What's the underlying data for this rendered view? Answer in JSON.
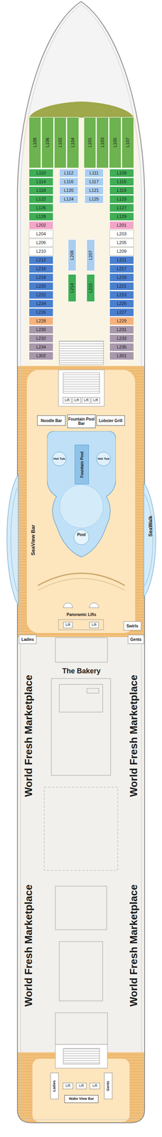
{
  "diagram": {
    "nodes": [
      {
        "text": [
          "L108"
        ]
      },
      {
        "text": [
          "L106"
        ]
      },
      {
        "text": [
          "L102"
        ]
      },
      {
        "text": [
          "L104"
        ]
      },
      {
        "text": [
          "L101"
        ]
      },
      {
        "text": [
          "L103"
        ]
      },
      {
        "text": [
          "L105"
        ]
      },
      {
        "text": [
          "L107"
        ]
      },
      {
        "text": [
          "L110"
        ]
      },
      {
        "text": [
          "L112"
        ]
      },
      {
        "text": [
          "L111"
        ]
      },
      {
        "text": [
          "L109"
        ]
      },
      {
        "text": [
          "L114"
        ]
      },
      {
        "text": [
          "L116"
        ]
      },
      {
        "text": [
          "L117"
        ]
      },
      {
        "text": [
          "L115"
        ]
      },
      {
        "text": [
          "L118"
        ]
      },
      {
        "text": [
          "L120"
        ]
      },
      {
        "text": [
          "L121"
        ]
      },
      {
        "text": [
          "L119"
        ]
      },
      {
        "text": [
          "L122"
        ]
      },
      {
        "text": [
          "L124"
        ]
      },
      {
        "text": [
          "L125"
        ]
      },
      {
        "text": [
          "L123"
        ]
      },
      {
        "text": [
          "L126"
        ]
      },
      {
        "text": [
          "L127"
        ]
      },
      {
        "text": [
          "L128"
        ]
      },
      {
        "text": [
          "L129"
        ]
      },
      {
        "text": [
          "L202"
        ]
      },
      {
        "text": [
          "L201"
        ]
      },
      {
        "text": [
          "L204"
        ]
      },
      {
        "text": [
          "L203"
        ]
      },
      {
        "text": [
          "L206"
        ]
      },
      {
        "text": [
          "L208"
        ]
      },
      {
        "text": [
          "L207"
        ]
      },
      {
        "text": [
          "L205"
        ]
      },
      {
        "text": [
          "L210"
        ]
      },
      {
        "text": [
          "L209"
        ]
      },
      {
        "text": [
          "L212"
        ]
      },
      {
        "text": [
          "L211"
        ]
      },
      {
        "text": [
          "L216"
        ]
      },
      {
        "text": [
          "L217"
        ]
      },
      {
        "text": [
          "L218"
        ]
      },
      {
        "text": [
          "L214"
        ]
      },
      {
        "text": [
          "L215"
        ]
      },
      {
        "text": [
          "L219"
        ]
      },
      {
        "text": [
          "L220"
        ]
      },
      {
        "text": [
          "L221"
        ]
      },
      {
        "text": [
          "L222"
        ]
      },
      {
        "text": [
          "L223"
        ]
      },
      {
        "text": [
          "L224"
        ]
      },
      {
        "text": [
          "L225"
        ]
      },
      {
        "text": [
          "L226"
        ]
      },
      {
        "text": [
          "L227"
        ]
      },
      {
        "text": [
          "L228"
        ]
      },
      {
        "text": [
          "L229"
        ]
      },
      {
        "text": [
          "L230"
        ]
      },
      {
        "text": [
          "L231"
        ]
      },
      {
        "text": [
          "L232"
        ]
      },
      {
        "text": [
          "L233"
        ]
      },
      {
        "text": [
          "L234"
        ]
      },
      {
        "text": [
          "L235"
        ]
      },
      {
        "text": [
          "L302"
        ]
      },
      {
        "text": [
          "L301"
        ]
      },
      {
        "text": [
          "Lift"
        ]
      },
      {
        "text": [
          "Lift"
        ]
      },
      {
        "text": [
          "Lift"
        ]
      },
      {
        "text": [
          "Lift"
        ]
      },
      {
        "text": [
          "Noodle Bar"
        ]
      },
      {
        "text": [
          "Fountain Pool Bar"
        ]
      },
      {
        "text": [
          "Lobster Grill"
        ]
      },
      {
        "text": [
          "Pool"
        ]
      },
      {
        "text": [
          "Hot Tub"
        ],
        "in": 71
      },
      {
        "text": [
          "Fountain Pool"
        ],
        "in": 71
      },
      {
        "text": [
          "Hot Tub"
        ],
        "in": 71
      },
      {
        "text": [
          "Lift"
        ]
      },
      {
        "text": [
          "Lift"
        ]
      },
      {
        "text": [
          "Lift"
        ]
      },
      {
        "text": [
          "Lift"
        ]
      },
      {
        "text": [
          "Lift"
        ]
      },
      {
        "text": [
          "Wake View Bar"
        ]
      }
    ],
    "labels": [
      "SeaView Bar",
      "SeaWalk",
      "Panoramic Lifts",
      "Swirls",
      "Ladies",
      "Gents",
      "World Fresh Marketplace",
      "The Bakery",
      "World Fresh Marketplace",
      "World Fresh Marketplace",
      "World Fresh Marketplace",
      "Ladies",
      "Gents"
    ]
  }
}
